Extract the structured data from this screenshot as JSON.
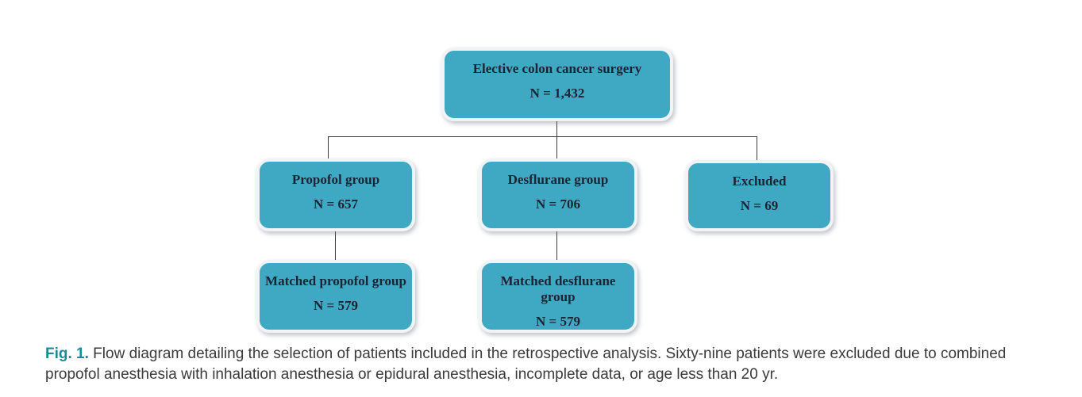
{
  "figure": {
    "type": "flow-diagram",
    "nodes": {
      "root": {
        "label": "Elective colon cancer surgery",
        "n": "N = 1,432"
      },
      "propofol": {
        "label": "Propofol group",
        "n": "N = 657"
      },
      "desflurane": {
        "label": "Desflurane group",
        "n": "N = 706"
      },
      "excluded": {
        "label": "Excluded",
        "n": "N = 69"
      },
      "matched_propofol": {
        "label": "Matched propofol group",
        "n": "N = 579"
      },
      "matched_desflurane": {
        "label": "Matched desflurane group",
        "n": "N = 579"
      }
    },
    "edges": [
      "root -> propofol",
      "root -> desflurane",
      "root -> excluded",
      "propofol -> matched_propofol",
      "desflurane -> matched_desflurane"
    ],
    "caption": {
      "label": "Fig. 1.",
      "text": " Flow diagram detailing the selection of patients included in the retrospective analysis. Sixty-nine patients were excluded due to combined propofol anesthesia with inhalation anesthesia or epidural anesthesia, incomplete data, or age less than 20 yr."
    },
    "colors": {
      "node_fill": "#3FA9C4",
      "node_border": "#F2F3F6",
      "node_text": "#1C2333",
      "connector": "#3B3B3B",
      "caption_label": "#1A8A99",
      "caption_text": "#3A3A3A"
    }
  }
}
